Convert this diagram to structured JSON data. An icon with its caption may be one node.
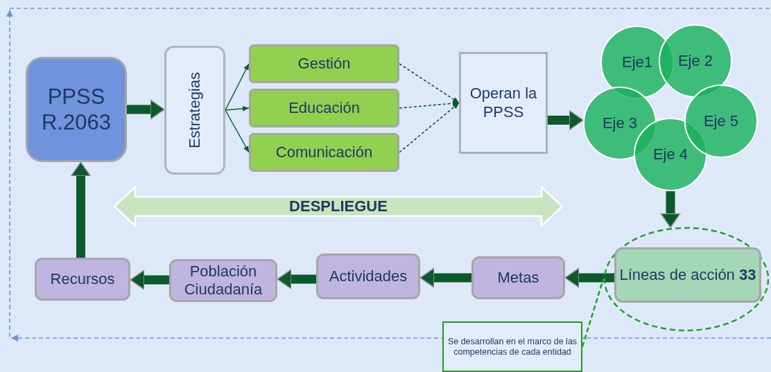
{
  "diagram": {
    "nodes": [
      {
        "text": [
          "PPSS R.2063"
        ]
      },
      {
        "text": [
          "Estrategias"
        ]
      },
      {
        "text": [
          "Gestión"
        ]
      },
      {
        "text": [
          "Educación"
        ]
      },
      {
        "text": [
          "Comunicación"
        ]
      },
      {
        "text": [
          "Operan la PPSS"
        ]
      },
      {
        "text": [
          "Eje1"
        ]
      },
      {
        "text": [
          "Eje 2"
        ]
      },
      {
        "text": [
          "Eje 3"
        ]
      },
      {
        "text": [
          "Eje 4"
        ]
      },
      {
        "text": [
          "Eje 5"
        ]
      },
      {
        "text": [],
        "shape": "ellipse"
      },
      {
        "text": [
          "Líneas de acción **33**"
        ],
        "in": 11
      },
      {
        "text": [
          "Metas"
        ]
      },
      {
        "text": [
          "Actividades"
        ]
      },
      {
        "text": [
          "Población Ciudadanía"
        ]
      },
      {
        "text": [
          "Recursos"
        ]
      },
      {
        "text": [
          "Se desarrollan en el marco de las competencias de cada entidad"
        ]
      },
      {
        "text": [
          "DESPLIEGUE"
        ]
      }
    ],
    "edges": [
      {
        "from": 0,
        "to": 1,
        "arrow": "to"
      },
      {
        "from": 1,
        "to": 2,
        "arrow": "to"
      },
      {
        "from": 1,
        "to": 3,
        "arrow": "to"
      },
      {
        "from": 1,
        "to": 4,
        "arrow": "to"
      },
      {
        "from": 2,
        "to": 5,
        "arrow": "to",
        "style": "dashed"
      },
      {
        "from": 3,
        "to": 5,
        "arrow": "to",
        "style": "dashed"
      },
      {
        "from": 4,
        "to": 5,
        "arrow": "to",
        "style": "dashed"
      },
      {
        "from": 5,
        "to": 8,
        "arrow": "to"
      },
      {
        "from": 9,
        "to": 11,
        "arrow": "to"
      },
      {
        "from": 12,
        "to": 13,
        "arrow": "to"
      },
      {
        "from": 13,
        "to": 14,
        "arrow": "to"
      },
      {
        "from": 14,
        "to": 15,
        "arrow": "to"
      },
      {
        "from": 15,
        "to": 16,
        "arrow": "to"
      },
      {
        "from": 16,
        "to": 0,
        "arrow": "to"
      },
      {
        "from": 17,
        "to": 11,
        "arrow": "none",
        "style": "dashed",
        "color": "#22a02a"
      }
    ]
  }
}
